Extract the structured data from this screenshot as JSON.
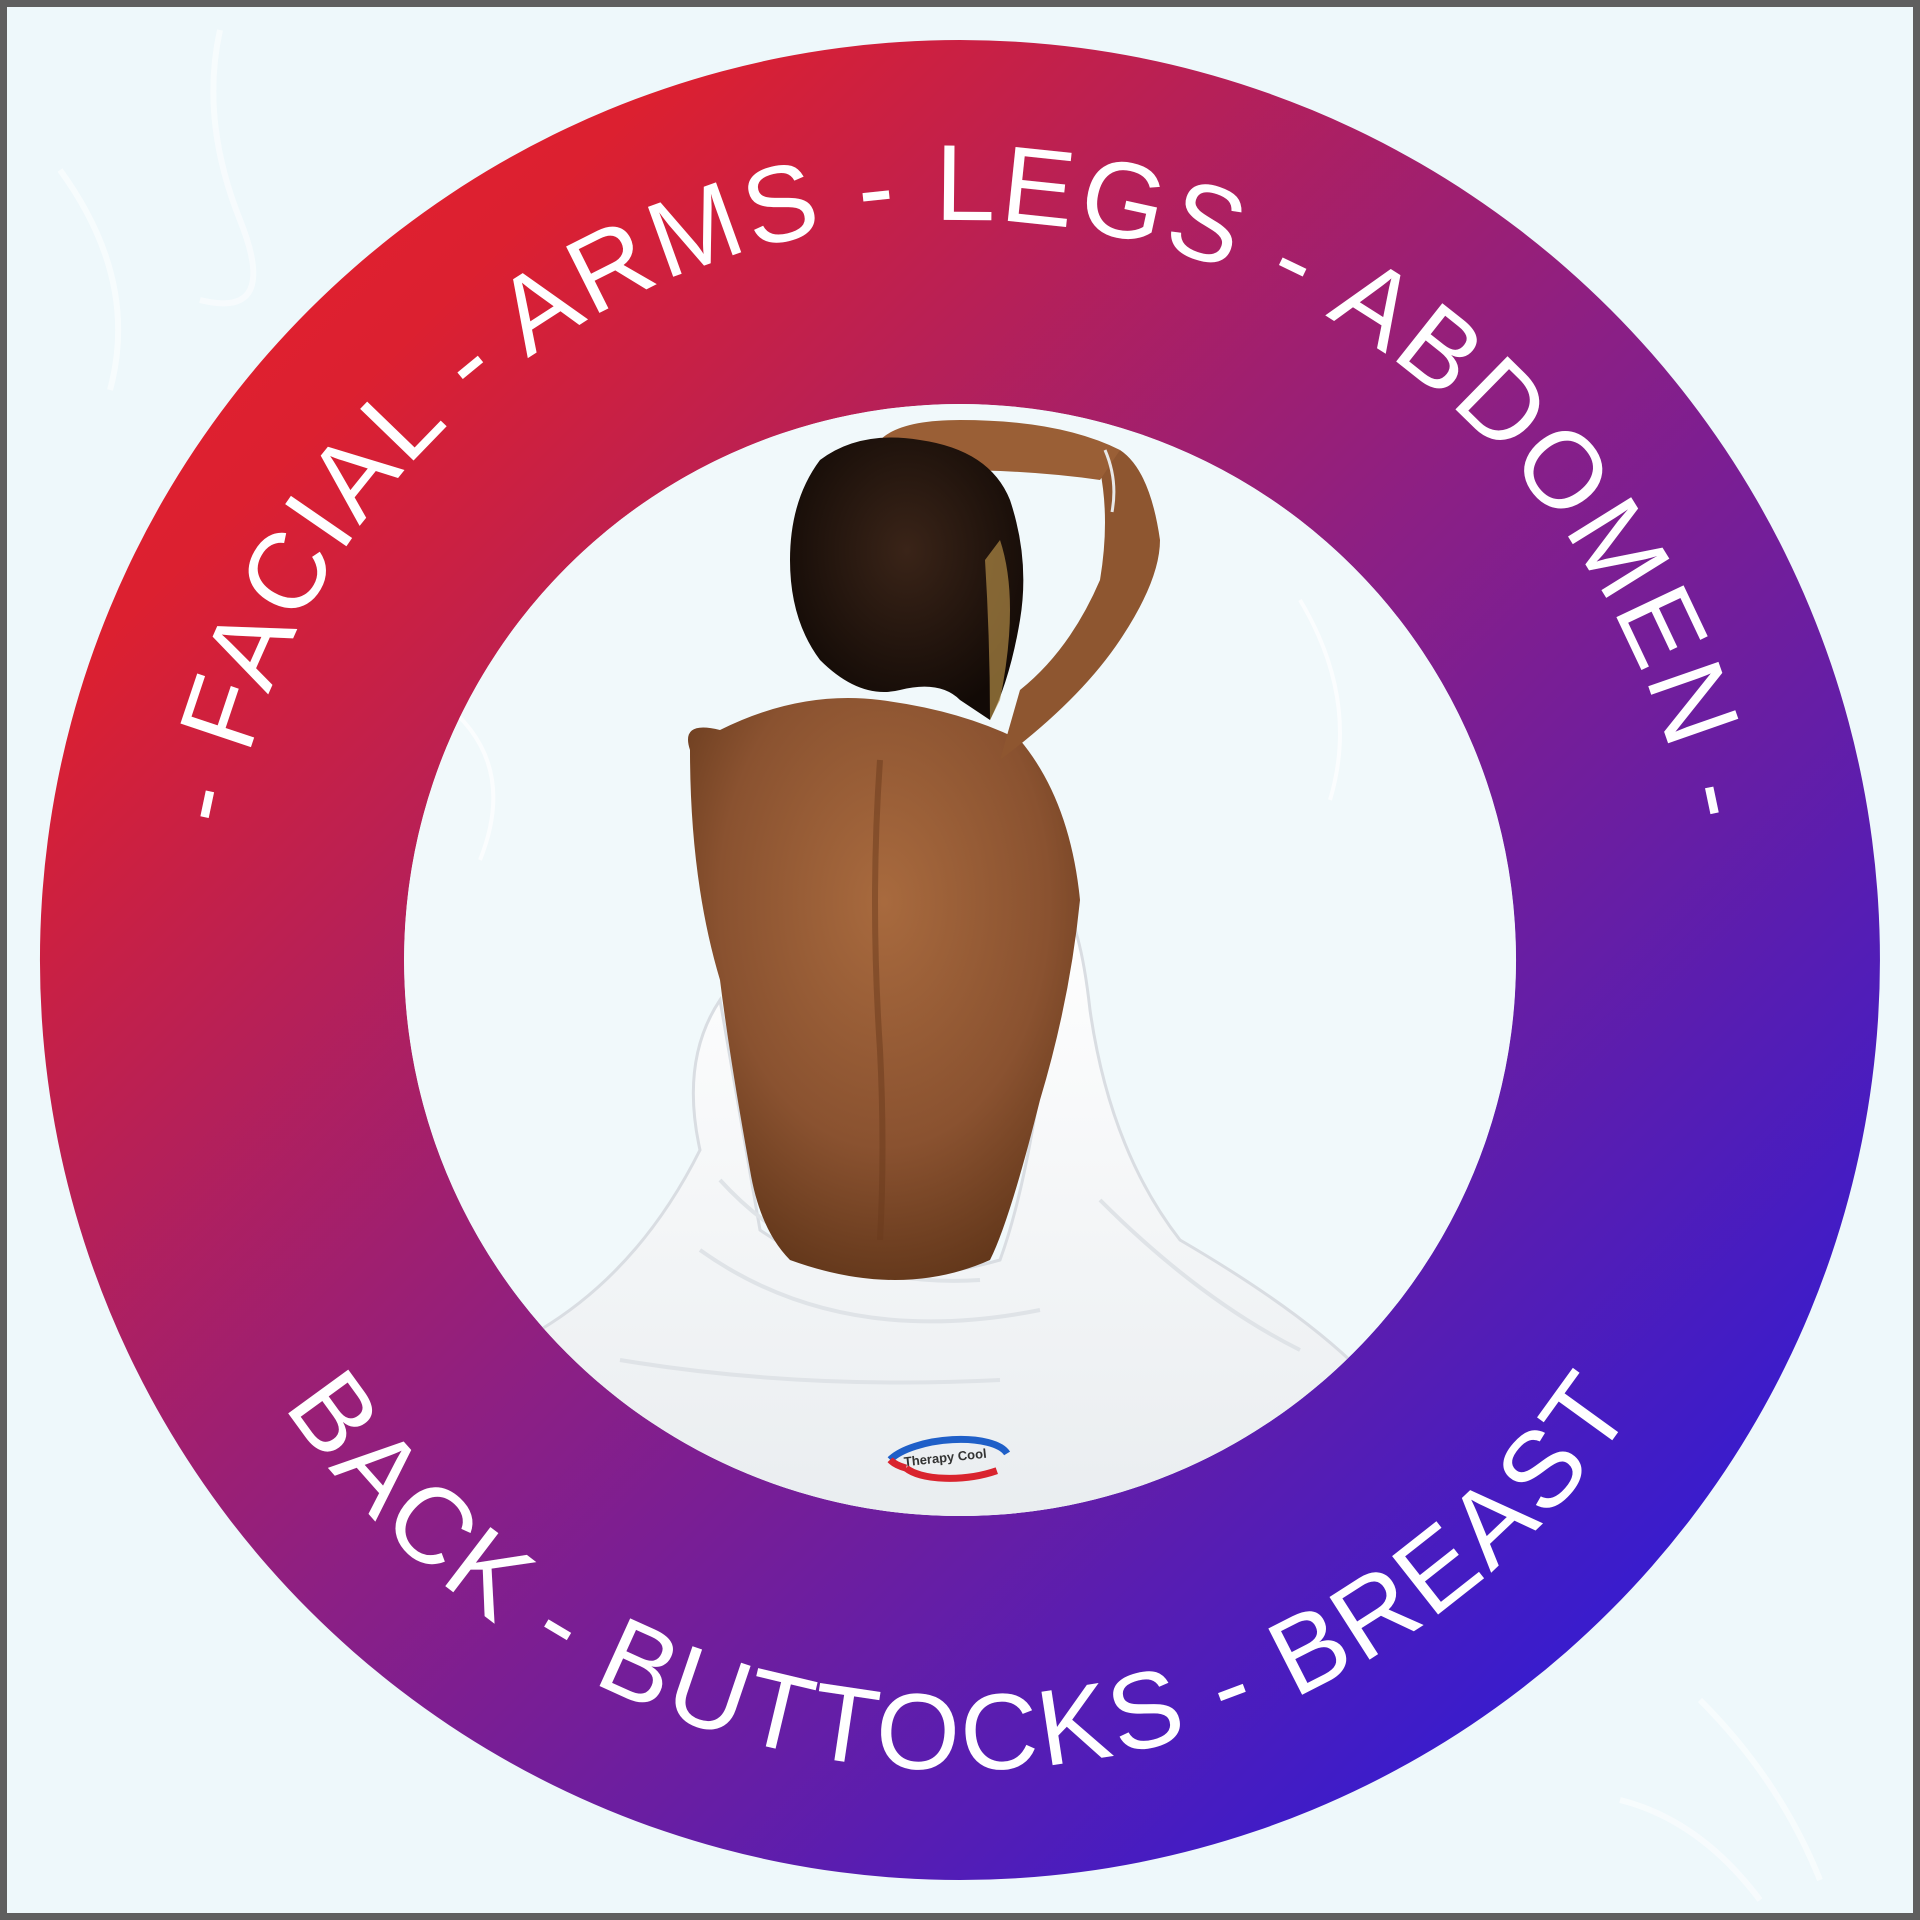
{
  "graphic": {
    "type": "circular-badge",
    "colors": {
      "frame_border": "#5f5f5f",
      "background": "#eef8fb",
      "ring_gradient_start": "#e0202e",
      "ring_gradient_mid": "#8a1f86",
      "ring_gradient_end": "#2d1ed4",
      "label_color": "#ffffff"
    },
    "ring_labels": {
      "top_arc": "- FACIAL -  ARMS   -   LEGS   - ABDOMEN -",
      "bottom_arc": "BACK -  BUTTOCKS - BREAST",
      "items": [
        "FACIAL",
        "ARMS",
        "LEGS",
        "ABDOMEN",
        "BREAST",
        "BUTTOCKS",
        "BACK"
      ]
    },
    "center_photo": {
      "subject": "woman seen from behind, wrapped in white towel",
      "towel_logo_text": "Therapy Cool",
      "logo_colors": [
        "#d9232e",
        "#1f5fc8"
      ]
    }
  }
}
